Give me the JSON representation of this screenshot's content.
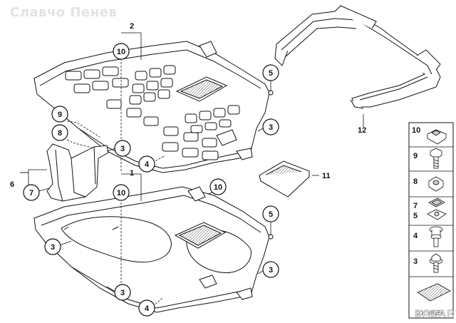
{
  "watermark": "Славчо Пенев",
  "labels": {
    "l1": "1",
    "l2": "2",
    "l6": "6",
    "l7": "7",
    "l8": "8",
    "l9": "9",
    "l11": "11",
    "l12": "12"
  },
  "callouts": [
    "10",
    "5",
    "3",
    "3",
    "4",
    "10",
    "10",
    "5",
    "3",
    "3",
    "3",
    "4"
  ],
  "legend": [
    "10",
    "9",
    "8",
    "7",
    "5",
    "4",
    "3"
  ],
  "part_number": "00169558",
  "badge": "BAZAR"
}
